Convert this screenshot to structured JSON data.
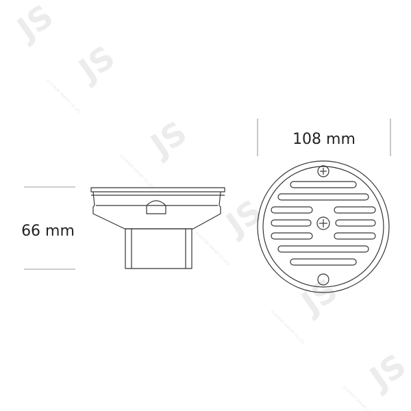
{
  "dimensions": {
    "height_label": "66 mm",
    "diameter_label": "108 mm"
  },
  "watermark": {
    "logo_text": "JS",
    "company_text": "JS EXPORT IMPORT CO.,LTD"
  },
  "drawing": {
    "line_color": "#333333",
    "dimension_line_color": "#555555",
    "watermark_color": "#ececec"
  }
}
